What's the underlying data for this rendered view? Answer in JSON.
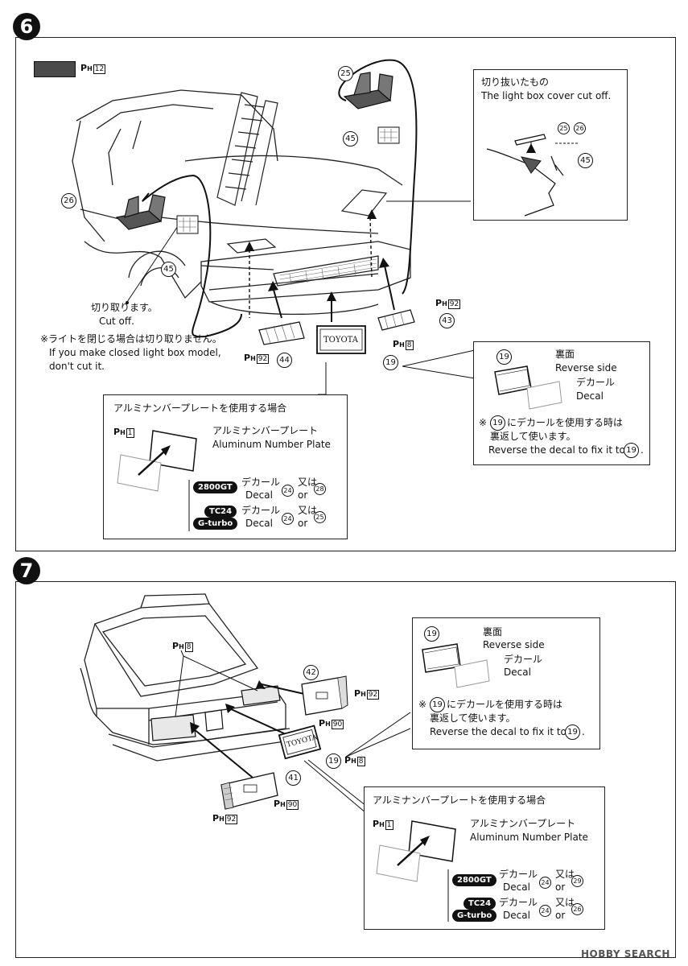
{
  "steps": {
    "six": {
      "number": "6"
    },
    "seven": {
      "number": "7"
    }
  },
  "paint": {
    "p": "P",
    "h": "H",
    "c12": "12",
    "c92": "92",
    "c8": "8",
    "c1": "1",
    "c90": "90"
  },
  "parts": {
    "p19": "19",
    "p24": "24",
    "p25": "25",
    "p26": "26",
    "p28": "28",
    "p29": "29",
    "p41": "41",
    "p42": "42",
    "p43": "43",
    "p44": "44",
    "p45": "45"
  },
  "step6": {
    "cutout_title_jp": "切り抜いたもの",
    "cutout_title_en": "The light box cover cut off.",
    "cutoff_jp": "切り取ります。",
    "cutoff_en": "Cut off.",
    "note_jp": "※ライトを閉じる場合は切り取りません。",
    "note_en_1": "If you make closed light box model,",
    "note_en_2": "don't cut it.",
    "plate_text": "TOYOTA"
  },
  "reverse": {
    "reverse_jp": "裏面",
    "reverse_en": "Reverse side",
    "decal_jp": "デカール",
    "decal_en": "Decal",
    "note_mark": "※",
    "note_jp_1": "にデカールを使用する時は",
    "note_jp_2": "裏返して使います。",
    "note_en": "Reverse the decal to fix it to",
    "period": "."
  },
  "aluminum": {
    "title_jp": "アルミナンバープレートを使用する場合",
    "plate_jp": "アルミナンバープレート",
    "plate_en": "Aluminum Number Plate",
    "badge_2800gt": "2800GT",
    "badge_tc24": "TC24",
    "badge_gturbo": "G-turbo",
    "decal_jp": "デカール",
    "decal_en": "Decal",
    "or_jp": "又は",
    "or_en": "or"
  },
  "step7": {
    "plate_text": "TOYOTA"
  },
  "watermark": "HOBBY SEARCH"
}
